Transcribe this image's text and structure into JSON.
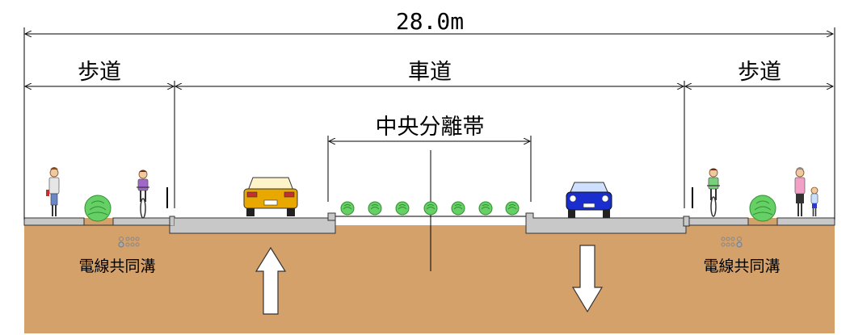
{
  "dimensions": {
    "total_width": "28.0m",
    "left_sidewalk": "歩道",
    "roadway": "車道",
    "right_sidewalk": "歩道",
    "median": "中央分離帯"
  },
  "labels": {
    "left_utility": "電線共同溝",
    "right_utility": "電線共同溝"
  },
  "icons": {
    "shrub": "shrub-icon",
    "pedestrian": "pedestrian-icon",
    "cyclist": "cyclist-icon",
    "car": "car-icon",
    "arrow_up": "arrow-up-icon",
    "arrow_down": "arrow-down-icon",
    "conduit": "conduit-icon"
  },
  "colors": {
    "soil": "#D4A16A",
    "pavement": "#C8C8C8",
    "shrub": "#66D066",
    "car_left": "#E8A800",
    "car_right": "#1A2ED0",
    "arrow": "#FFFFFF"
  }
}
